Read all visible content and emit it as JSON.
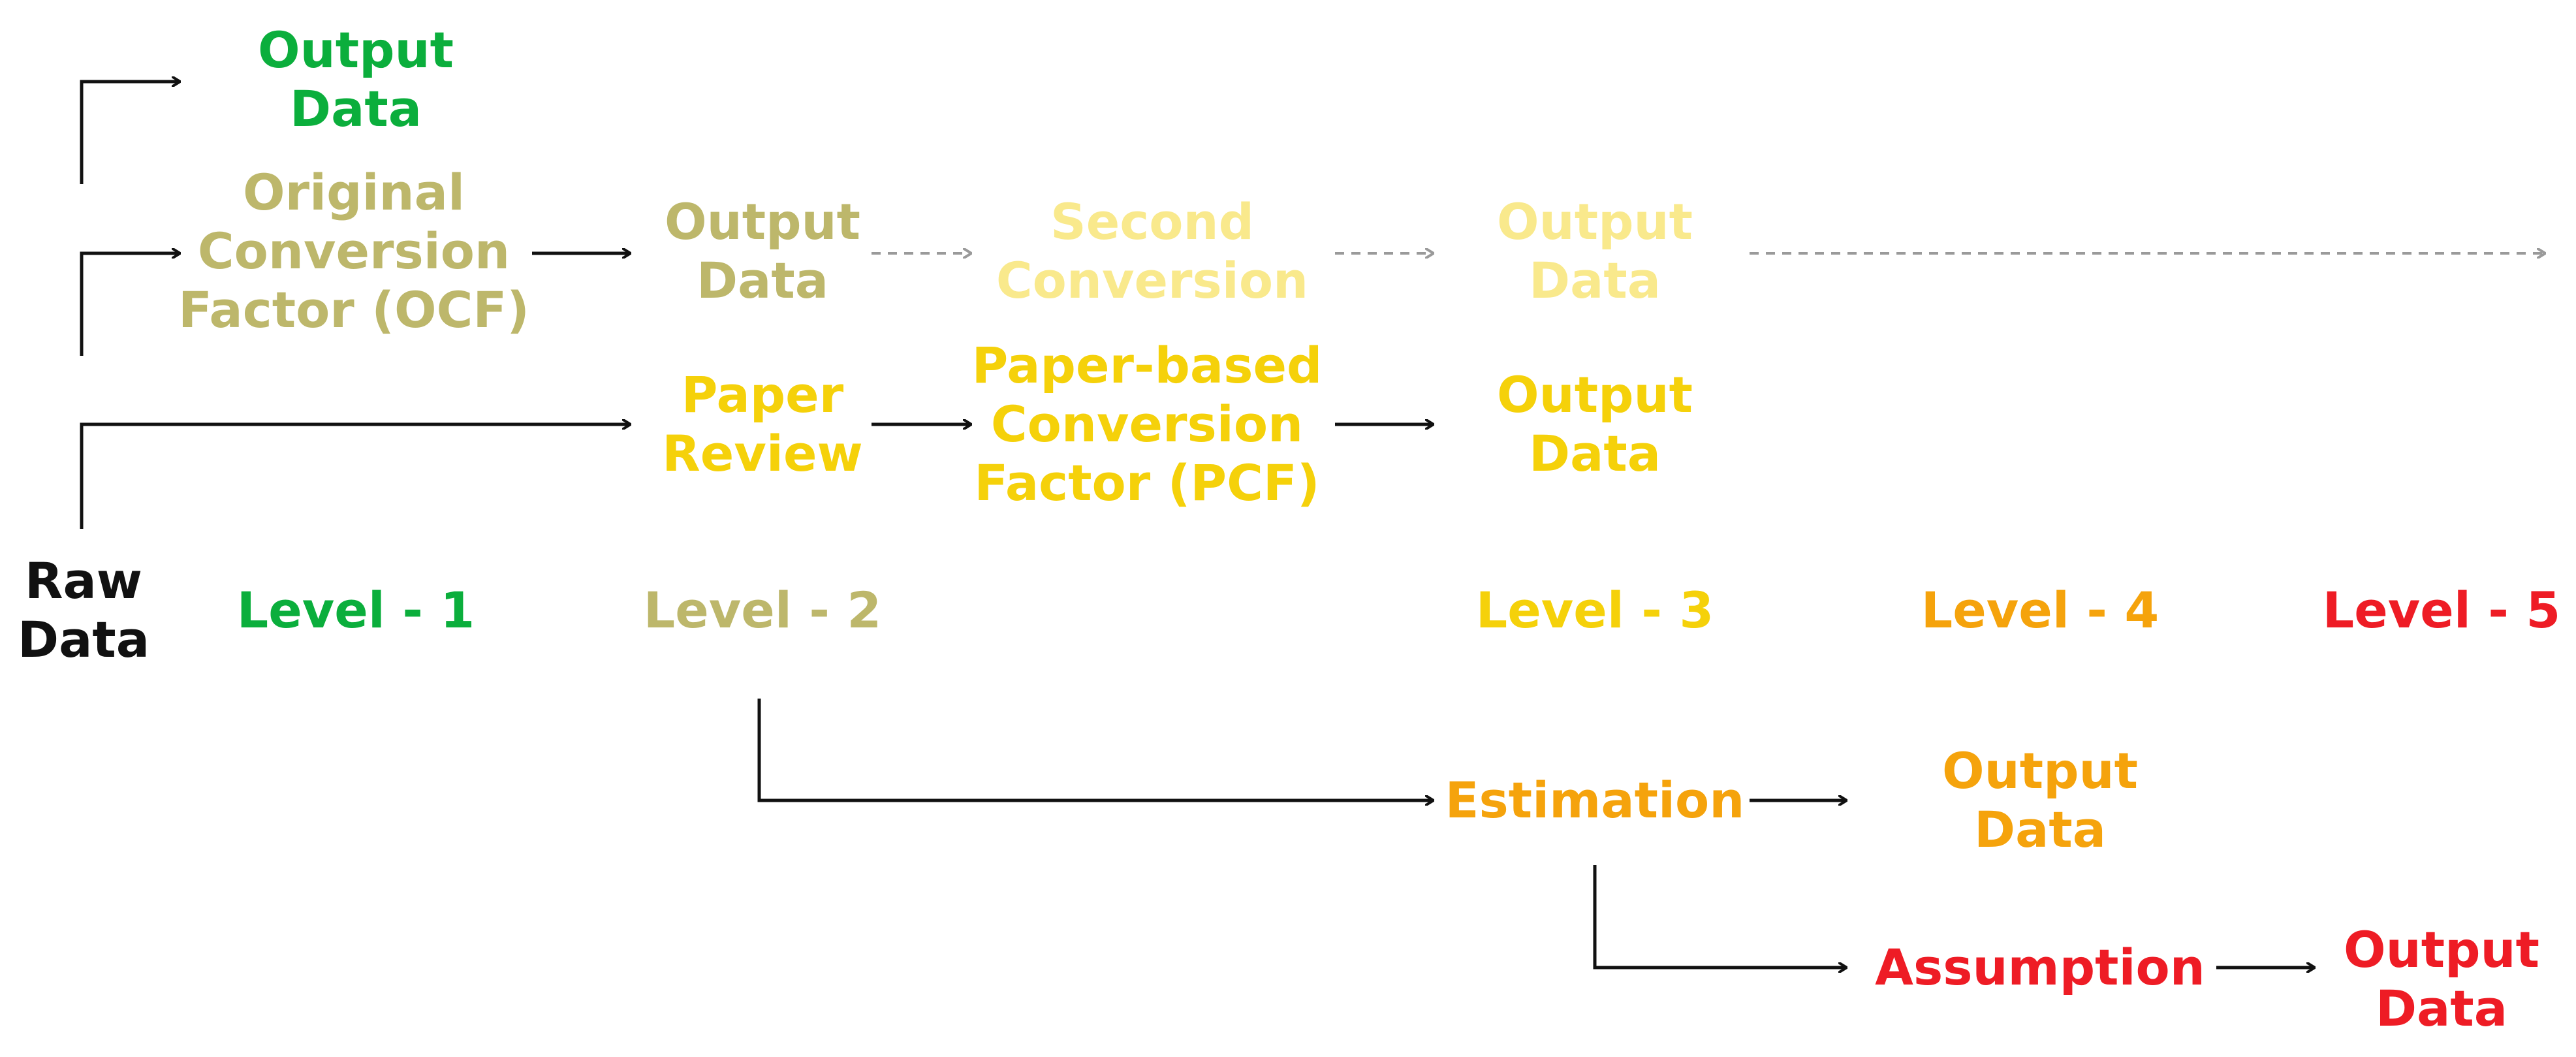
{
  "colors": {
    "black": "#111111",
    "level1_green": "#0BAE3C",
    "level2_olive": "#BDB76B",
    "faded_yellow": "#F9E98C",
    "level3_yellow": "#F5D10A",
    "level4_orange": "#F5A30C",
    "level5_red": "#EE1C25",
    "dashed_gray": "#9A9A9A"
  },
  "nodes": {
    "raw_data": [
      "Raw",
      "Data"
    ],
    "output_data_top": [
      "Output",
      "Data"
    ],
    "ocf": [
      "Original",
      "Conversion",
      "Factor (OCF)"
    ],
    "output_data_ocf": [
      "Output",
      "Data"
    ],
    "second_conversion": [
      "Second",
      "Conversion"
    ],
    "output_data_second": [
      "Output",
      "Data"
    ],
    "paper_review": [
      "Paper",
      "Review"
    ],
    "pcf": [
      "Paper-based",
      "Conversion",
      "Factor (PCF)"
    ],
    "output_data_pcf": [
      "Output",
      "Data"
    ],
    "estimation": [
      "Estimation"
    ],
    "output_data_estimation": [
      "Output",
      "Data"
    ],
    "assumption": [
      "Assumption"
    ],
    "output_data_assumption": [
      "Output",
      "Data"
    ]
  },
  "levels": {
    "level1": "Level - 1",
    "level2": "Level - 2",
    "level3": "Level - 3",
    "level4": "Level - 4",
    "level5": "Level - 5"
  }
}
